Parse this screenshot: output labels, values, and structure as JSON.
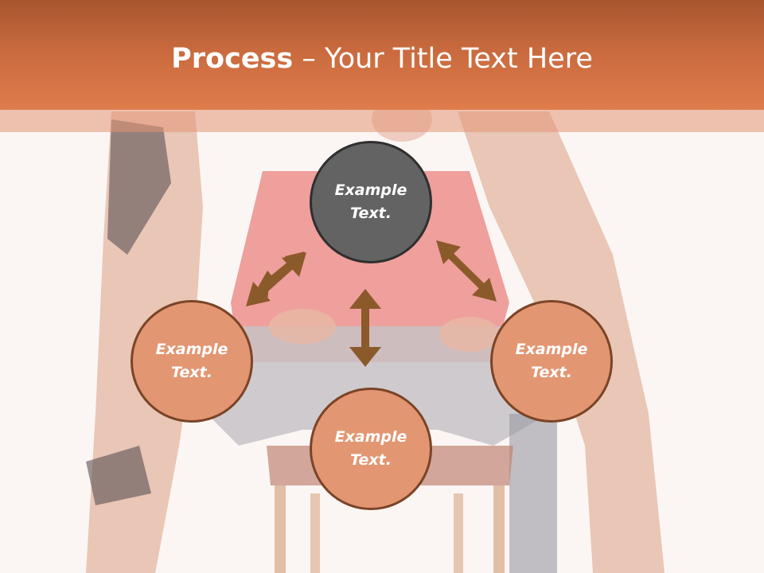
{
  "title": {
    "bold": "Process",
    "rest": " – Your Title Text Here"
  },
  "nodes": {
    "top": "Example\nText.",
    "left": "Example\nText.",
    "right": "Example\nText.",
    "bottom": "Example\nText."
  },
  "colors": {
    "header": "#d0703f",
    "center_node": "#636363",
    "outer_node": "#e39672",
    "arrow": "#8b5a2b"
  },
  "icons": [
    "double-arrow-icon"
  ]
}
